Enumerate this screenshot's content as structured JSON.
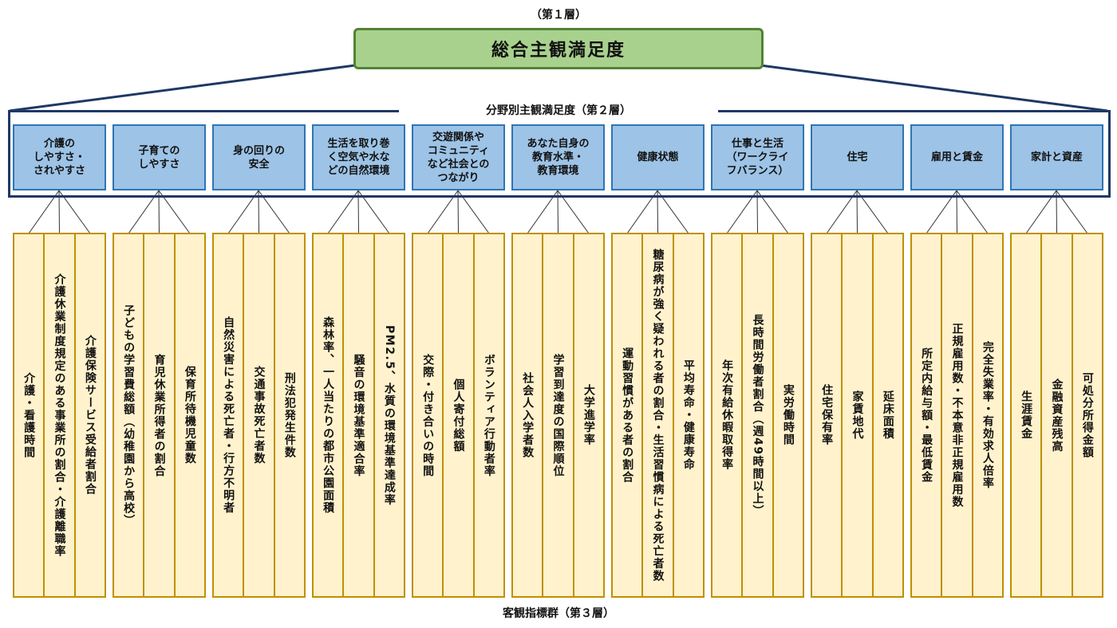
{
  "layer1_label": "（第１層）",
  "top_box": "総合主観満足度",
  "layer2_label": "分野別主観満足度（第２層）",
  "layer3_label": "客観指標群（第３層）",
  "colors": {
    "top_fill": "#a9d18e",
    "top_border": "#548235",
    "cat_fill": "#9dc3e6",
    "cat_border": "#2e75b6",
    "frame": "#1f3864",
    "ind_fill": "#fff2cc",
    "ind_border": "#bf9000"
  },
  "categories": [
    {
      "label": "介護の\nしやすさ・\nされやすさ",
      "indicators": [
        "介護・看護時間",
        "介護休業制度規定のある事業所の割合・介護離職率",
        "介護保険サービス受給者割合"
      ]
    },
    {
      "label": "子育ての\nしやすさ",
      "indicators": [
        "子どもの学習費総額（幼稚園から高校）",
        "育児休業所得者の割合",
        "保育所待機児童数"
      ]
    },
    {
      "label": "身の回りの\n安全",
      "indicators": [
        "自然災害による死亡者・行方不明者",
        "交通事故死亡者数",
        "刑法犯発生件数"
      ]
    },
    {
      "label": "生活を取り巻\nく空気や水な\nどの自然環境",
      "indicators": [
        "森林率、一人当たりの都市公園面積",
        "騒音の環境基準適合率",
        "PM2.5、水質の環境基準達成率"
      ]
    },
    {
      "label": "交遊関係や\nコミュニティ\nなど社会との\nつながり",
      "indicators": [
        "交際・付き合いの時間",
        "個人寄付総額",
        "ボランティア行動者率"
      ]
    },
    {
      "label": "あなた自身の\n教育水準・\n教育環境",
      "indicators": [
        "社会人入学者数",
        "学習到達度の国際順位",
        "大学進学率"
      ]
    },
    {
      "label": "健康状態",
      "indicators": [
        "運動習慣がある者の割合",
        "糖尿病が強く疑われる者の割合・生活習慣病による死亡者数",
        "平均寿命・健康寿命"
      ]
    },
    {
      "label": "仕事と生活\n（ワークライ\nフバランス）",
      "indicators": [
        "年次有給休暇取得率",
        "長時間労働者割合（週49時間以上）",
        "実労働時間"
      ]
    },
    {
      "label": "住宅",
      "indicators": [
        "住宅保有率",
        "家賃地代",
        "延床面積"
      ]
    },
    {
      "label": "雇用と賃金",
      "indicators": [
        "所定内給与額・最低賃金",
        "正規雇用数・不本意非正規雇用数",
        "完全失業率・有効求人倍率"
      ]
    },
    {
      "label": "家計と資産",
      "indicators": [
        "生涯賃金",
        "金融資産残高",
        "可処分所得金額"
      ]
    }
  ]
}
